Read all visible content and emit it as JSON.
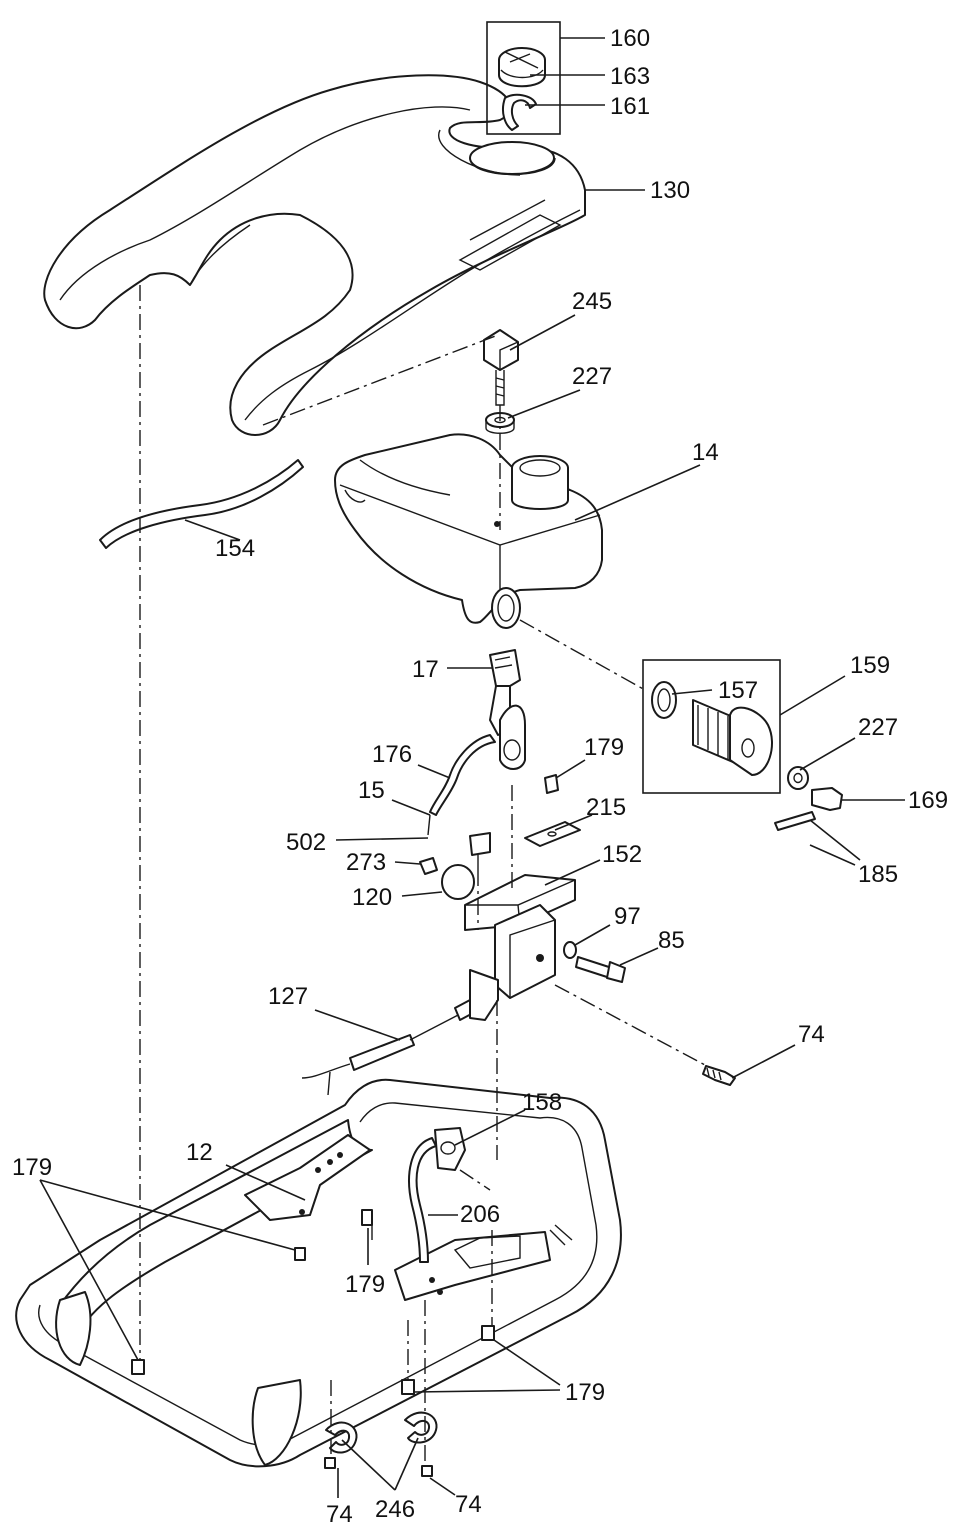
{
  "callouts": [
    {
      "id": "c160",
      "text": "160"
    },
    {
      "id": "c163",
      "text": "163"
    },
    {
      "id": "c161",
      "text": "161"
    },
    {
      "id": "c130",
      "text": "130"
    },
    {
      "id": "c245",
      "text": "245"
    },
    {
      "id": "c227a",
      "text": "227"
    },
    {
      "id": "c14",
      "text": "14"
    },
    {
      "id": "c154",
      "text": "154"
    },
    {
      "id": "c17",
      "text": "17"
    },
    {
      "id": "c157",
      "text": "157"
    },
    {
      "id": "c159",
      "text": "159"
    },
    {
      "id": "c227b",
      "text": "227"
    },
    {
      "id": "c176",
      "text": "176"
    },
    {
      "id": "c179a",
      "text": "179"
    },
    {
      "id": "c15",
      "text": "15"
    },
    {
      "id": "c215",
      "text": "215"
    },
    {
      "id": "c169",
      "text": "169"
    },
    {
      "id": "c502",
      "text": "502"
    },
    {
      "id": "c152",
      "text": "152"
    },
    {
      "id": "c185",
      "text": "185"
    },
    {
      "id": "c273",
      "text": "273"
    },
    {
      "id": "c120",
      "text": "120"
    },
    {
      "id": "c97",
      "text": "97"
    },
    {
      "id": "c85",
      "text": "85"
    },
    {
      "id": "c127",
      "text": "127"
    },
    {
      "id": "c74a",
      "text": "74"
    },
    {
      "id": "c158",
      "text": "158"
    },
    {
      "id": "c179b",
      "text": "179"
    },
    {
      "id": "c12",
      "text": "12"
    },
    {
      "id": "c206",
      "text": "206"
    },
    {
      "id": "c179c",
      "text": "179"
    },
    {
      "id": "c179d",
      "text": "179"
    },
    {
      "id": "c74b",
      "text": "74"
    },
    {
      "id": "c246",
      "text": "246"
    },
    {
      "id": "c74c",
      "text": "74"
    }
  ]
}
